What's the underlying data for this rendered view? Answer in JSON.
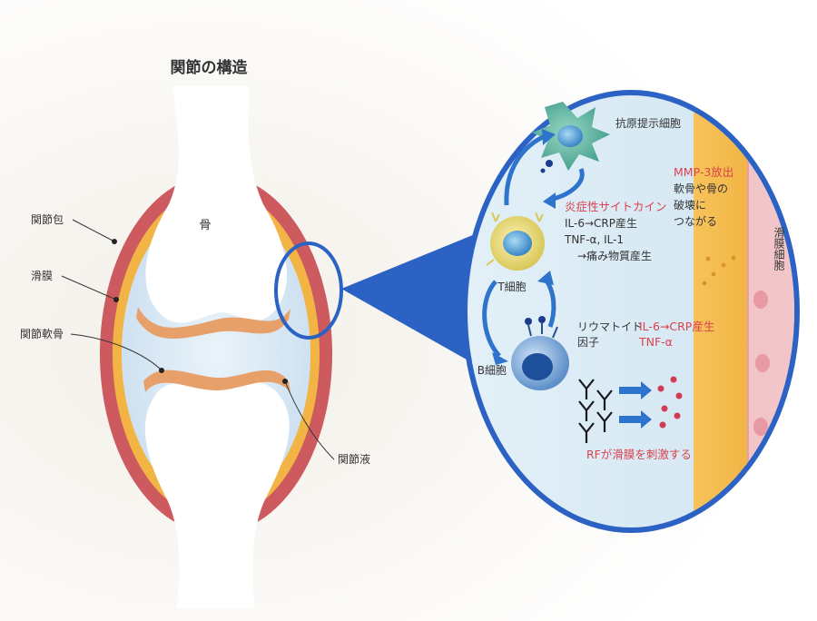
{
  "title": "関節の構造",
  "joint_labels": {
    "capsule": "関節包",
    "synovium": "滑膜",
    "cartilage": "関節軟骨",
    "fluid": "関節液",
    "bone": "骨"
  },
  "cells": {
    "apc": "抗原提示細胞",
    "t_cell": "T細胞",
    "b_cell": "B細胞"
  },
  "cytokine": {
    "heading": "炎症性サイトカイン",
    "line1": "IL-6→CRP産生",
    "line2": "TNF-α, IL-1",
    "line3": "→痛み物質産生"
  },
  "rf": {
    "line1": "リウマトイド",
    "line2": "因子"
  },
  "b_output": {
    "line1": "IL-6→CRP産生",
    "line2": "TNF-α"
  },
  "rf_action": "RFが滑膜を刺激する",
  "mmp": {
    "heading": "MMP-3放出",
    "line1": "軟骨や骨の",
    "line2": "破壊に",
    "line3": "つながる"
  },
  "vertical_label": "滑膜細胞",
  "colors": {
    "capsule": "#cc5a5f",
    "synovium": "#f2b545",
    "fluid": "#d4e6f2",
    "cartilage": "#e8a06a",
    "zoom_ring": "#2b62c3",
    "arrow": "#2f74cc",
    "highlight": "#d9434f"
  }
}
